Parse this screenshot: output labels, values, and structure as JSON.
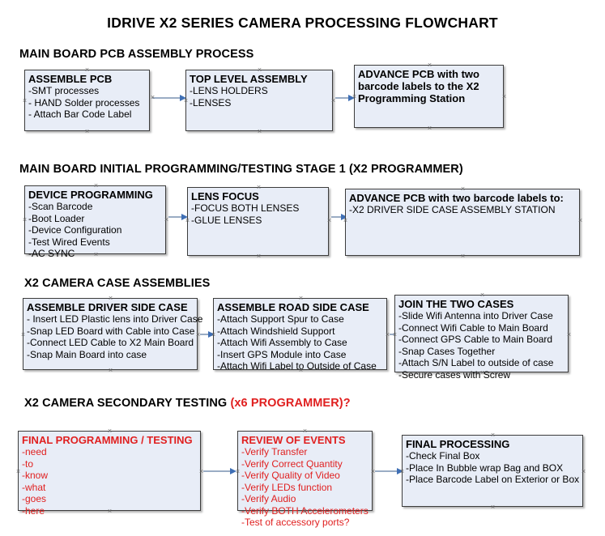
{
  "title": "IDRIVE X2  SERIES CAMERA PROCESSING FLOWCHART",
  "colors": {
    "node_fill": "#e8edf7",
    "node_border": "#3c3c3c",
    "accent_red": "#e02020",
    "connector_line": "#9aacc4",
    "connector_head": "#3f6fb5",
    "text": "#000000"
  },
  "sections": [
    {
      "heading": "MAIN BOARD PCB ASSEMBLY PROCESS",
      "heading_accent": ""
    },
    {
      "heading": "MAIN BOARD INITIAL PROGRAMMING/TESTING STAGE 1 (X2 PROGRAMMER)",
      "heading_accent": ""
    },
    {
      "heading": "X2 CAMERA CASE ASSEMBLIES",
      "heading_accent": ""
    },
    {
      "heading": "X2 CAMERA SECONDARY TESTING ",
      "heading_accent": "(x6 PROGRAMMER)?"
    }
  ],
  "nodes": {
    "assemble_pcb": {
      "title": "ASSEMBLE PCB",
      "items": [
        "-SMT processes",
        "- HAND Solder processes",
        "- Attach Bar Code Label"
      ]
    },
    "top_level_assembly": {
      "title": "TOP LEVEL ASSEMBLY",
      "items": [
        "-LENS HOLDERS",
        "-LENSES"
      ]
    },
    "advance_pcb_station": {
      "title": "ADVANCE PCB with two barcode labels to the  X2 Programming Station",
      "items": []
    },
    "device_programming": {
      "title": "DEVICE PROGRAMMING",
      "items": [
        "-Scan Barcode",
        "-Boot Loader",
        "-Device Configuration",
        "-Test Wired Events",
        "-AC SYNC"
      ]
    },
    "lens_focus": {
      "title": "LENS FOCUS",
      "items": [
        "-FOCUS BOTH LENSES",
        "-GLUE LENSES"
      ]
    },
    "advance_pcb_driver_side": {
      "title": "ADVANCE PCB with two barcode labels to:",
      "items": [
        "-X2 DRIVER  SIDE  CASE  ASSEMBLY STATION"
      ]
    },
    "assemble_driver_side_case": {
      "title": "ASSEMBLE DRIVER SIDE CASE",
      "items": [
        "- Insert LED Plastic lens into Driver Case",
        "-Snap LED Board with Cable into Case",
        "-Connect LED Cable to X2 Main Board",
        "-Snap Main Board into case"
      ]
    },
    "assemble_road_side_case": {
      "title": "ASSEMBLE ROAD SIDE CASE",
      "items": [
        "-Attach Support Spur to Case",
        "-Attach Windshield Support",
        "-Attach Wifi Assembly to Case",
        "-Insert GPS Module into Case",
        "-Attach Wifi Label to Outside of Case"
      ]
    },
    "join_the_two_cases": {
      "title": "JOIN THE TWO CASES",
      "items": [
        "-Slide Wifi Antenna into Driver Case",
        "-Connect Wifi Cable to Main Board",
        "-Connect GPS Cable to Main Board",
        "-Snap Cases Together",
        "-Attach S/N Label to outside of case",
        "-Secure cases with Screw"
      ]
    },
    "final_programming_testing": {
      "title": "FINAL PROGRAMMING / TESTING",
      "items": [
        "-need",
        "-to",
        "-know",
        "-what",
        "-goes",
        "-here"
      ]
    },
    "review_of_events": {
      "title": "REVIEW OF EVENTS",
      "items": [
        "-Verify Transfer",
        "-Verify Correct Quantity",
        "-Verify Quality of Video",
        "-Verify LEDs function",
        "-Verify Audio",
        "-Verify BOTH Accelerometers",
        "-Test of accessory ports?"
      ]
    },
    "final_processing": {
      "title": "FINAL PROCESSING",
      "items": [
        " -Check Final Box",
        "-Place In Bubble wrap Bag and BOX",
        "-Place Barcode Label on Exterior or Box"
      ]
    }
  }
}
